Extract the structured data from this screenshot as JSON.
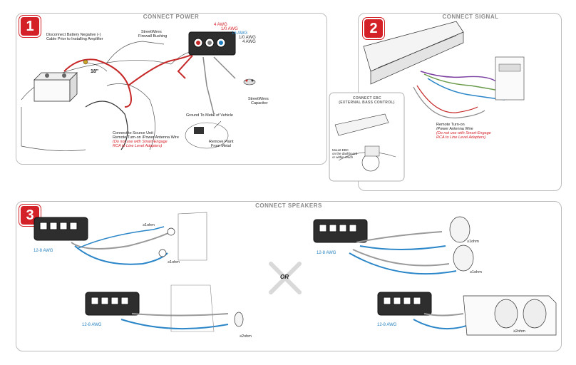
{
  "panel1": {
    "step": "1",
    "title": "CONNECT POWER",
    "labels": {
      "disconnect": "Disconnect Battery Negative (-)",
      "disconnect2": "Cable Prior to Installing Amplifier",
      "bushing": "StreetWires",
      "bushing2": "Firewall Bushing",
      "distance": "18\"",
      "capacitor": "StreetWires",
      "capacitor2": "Capacitor",
      "ground": "Ground To Metal of Vehicle",
      "source1": "Connect to Source Unit",
      "source2": "Remote Turn-on /Power Antenna Wire",
      "source_note1": "(Do not use with Smart-Engage",
      "source_note2": "RCA to Line Level Adapters)",
      "remove_paint1": "Remove Paint",
      "remove_paint2": "From Metal",
      "awg_4a": "4 AWG",
      "awg_10": "1/0 AWG",
      "awg_16": "16 AWG",
      "awg_10b": "1/0 AWG",
      "awg_4b": "4 AWG"
    }
  },
  "panel2": {
    "step": "2",
    "title": "CONNECT SIGNAL",
    "labels": {
      "remote1": "Remote Turn-on",
      "remote2": "/Power Antenna Wire",
      "note1": "(Do not use with Smart-Engage",
      "note2": "RCA to Line Level Adapters)",
      "ebc_title1": "CONNECT EBC",
      "ebc_title2": "(EXTERNAL BASS CONTROL)",
      "mount1": "Mount EBC",
      "mount2": "on the dashboard",
      "mount3": "or within reach"
    }
  },
  "panel3": {
    "step": "3",
    "title": "CONNECT SPEAKERS",
    "or_label": "OR",
    "labels": {
      "tl_awg": "12-8 AWG",
      "tl_ohm1": "≥1ohm",
      "tl_ohm2": "≥1ohm",
      "tr_awg": "12-8 AWG",
      "tr_ohm1": "≥1ohm",
      "tr_ohm2": "≥1ohm",
      "bl_awg": "12-8 AWG",
      "bl_ohm": "≥2ohm",
      "br_awg": "12-8 AWG",
      "br_ohm": "≥2ohm"
    }
  },
  "colors": {
    "accent_red": "#d42027",
    "wire_blue": "#2a86c8",
    "wire_gray": "#9a9a9a"
  }
}
